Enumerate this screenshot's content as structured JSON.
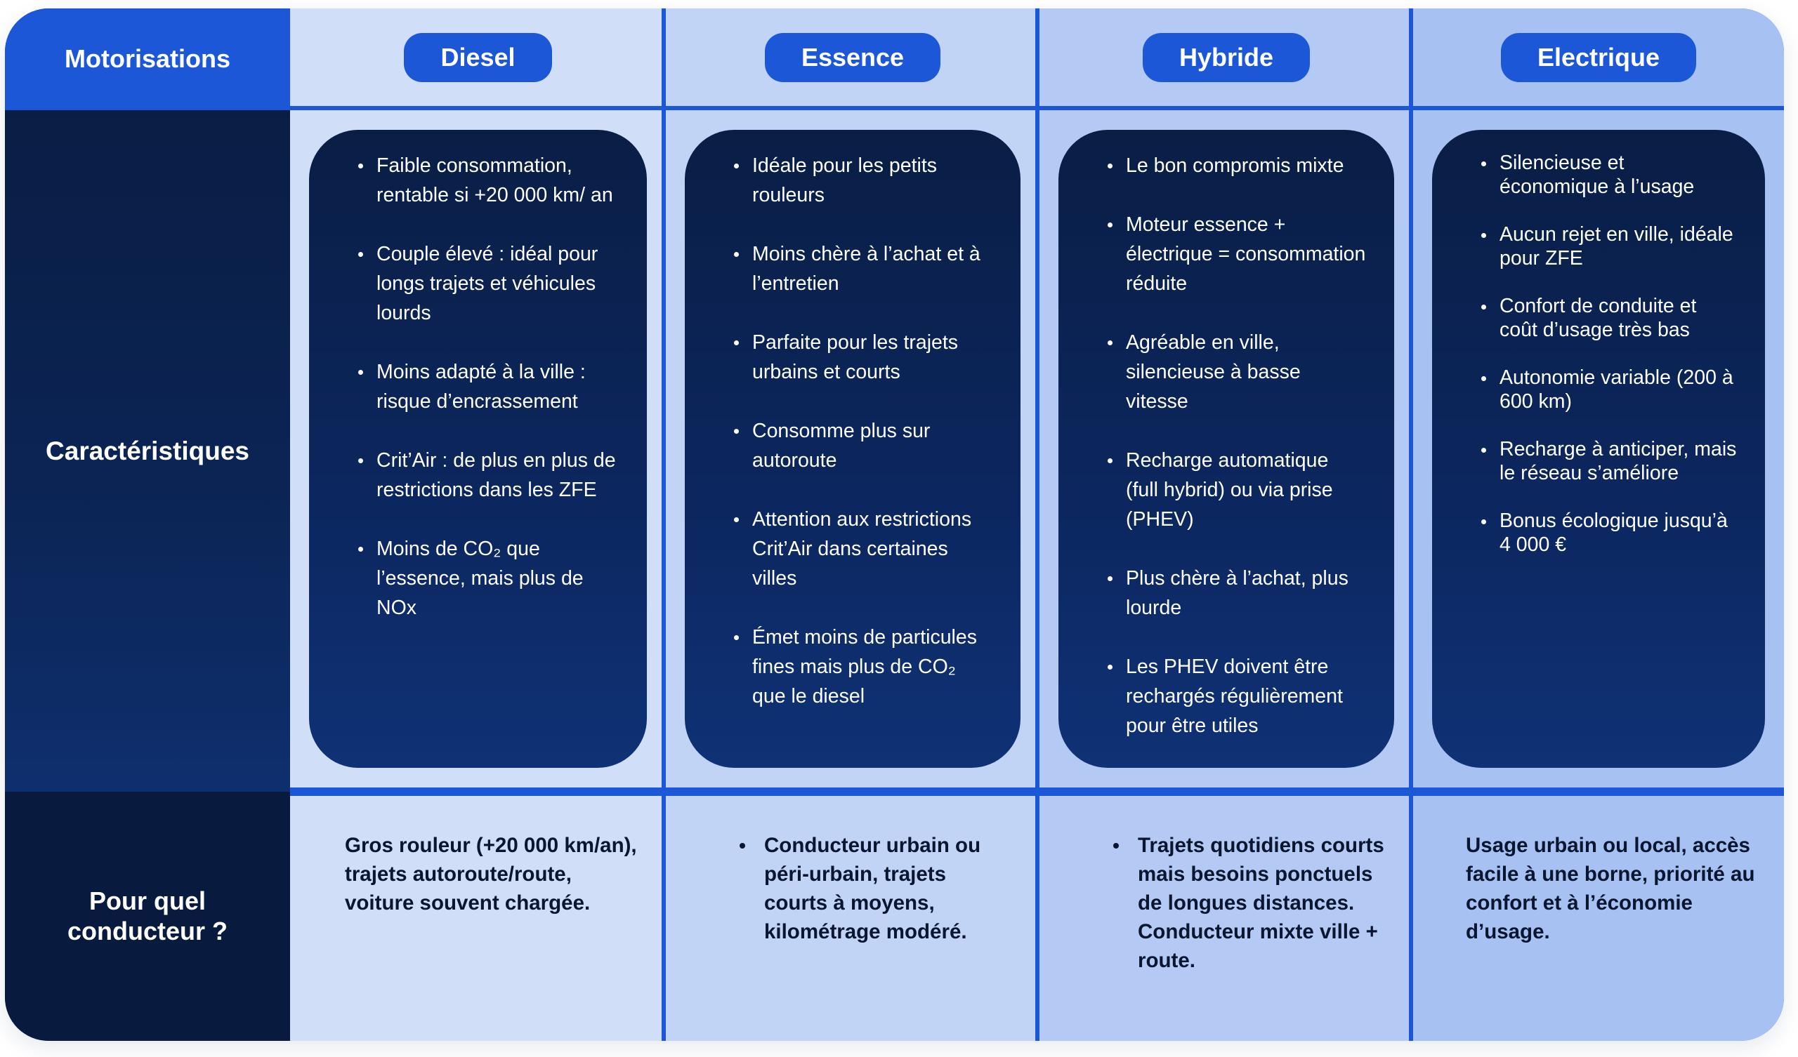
{
  "row_headers": {
    "motorisations": "Motorisations",
    "caracteristiques": "Caractéristiques",
    "pour_quel_conducteur": "Pour quel conducteur ?"
  },
  "colors": {
    "accent": "#1B57D6",
    "dark": "#0A1E45",
    "col_backgrounds": [
      "#D0DEF8",
      "#C2D4F6",
      "#B4CAF4",
      "#A7C1F2"
    ]
  },
  "columns": [
    {
      "name": "Diesel",
      "features": [
        "Faible consommation, rentable si +20 000 km/ an",
        "Couple élevé : idéal pour longs trajets et véhicules lourds",
        "Moins adapté à la ville : risque d’encrassement",
        "Crit’Air : de plus en plus de restrictions dans les ZFE",
        "Moins de CO₂ que l’essence, mais plus de NOx"
      ],
      "driver": "Gros rouleur (+20 000 km/an), trajets autoroute/route, voiture souvent chargée.",
      "driver_bullet": false
    },
    {
      "name": "Essence",
      "features": [
        "Idéale pour les petits rouleurs",
        "Moins chère à l’achat et à l’entretien",
        "Parfaite pour les trajets urbains et courts",
        "Consomme plus sur autoroute",
        "Attention aux restrictions Crit’Air dans certaines villes",
        "Émet moins de particules fines mais plus de CO₂ que le diesel"
      ],
      "driver": "Conducteur urbain ou péri-urbain, trajets courts à moyens, kilométrage modéré.",
      "driver_bullet": true
    },
    {
      "name": "Hybride",
      "features": [
        "Le bon compromis mixte",
        "Moteur essence + électrique = consommation réduite",
        "Agréable en ville, silencieuse à basse vitesse",
        "Recharge automatique (full hybrid) ou via prise (PHEV)",
        "Plus chère à l’achat, plus lourde",
        "Les PHEV doivent être rechargés régulièrement pour être utiles"
      ],
      "driver": "Trajets quotidiens courts  mais besoins ponctuels de longues distances.\nConducteur mixte ville + route.",
      "driver_bullet": true
    },
    {
      "name": "Electrique",
      "features": [
        "Silencieuse et économique à l’usage",
        "Aucun rejet en ville, idéale pour ZFE",
        "Confort de conduite et coût d’usage très bas",
        "Autonomie variable (200 à 600 km)",
        "Recharge à anticiper, mais le réseau s’améliore",
        "Bonus écologique jusqu’à 4 000 €"
      ],
      "driver": "Usage urbain ou local, accès facile à une borne, priorité au confort et à l’économie d’usage.",
      "driver_bullet": false
    }
  ]
}
